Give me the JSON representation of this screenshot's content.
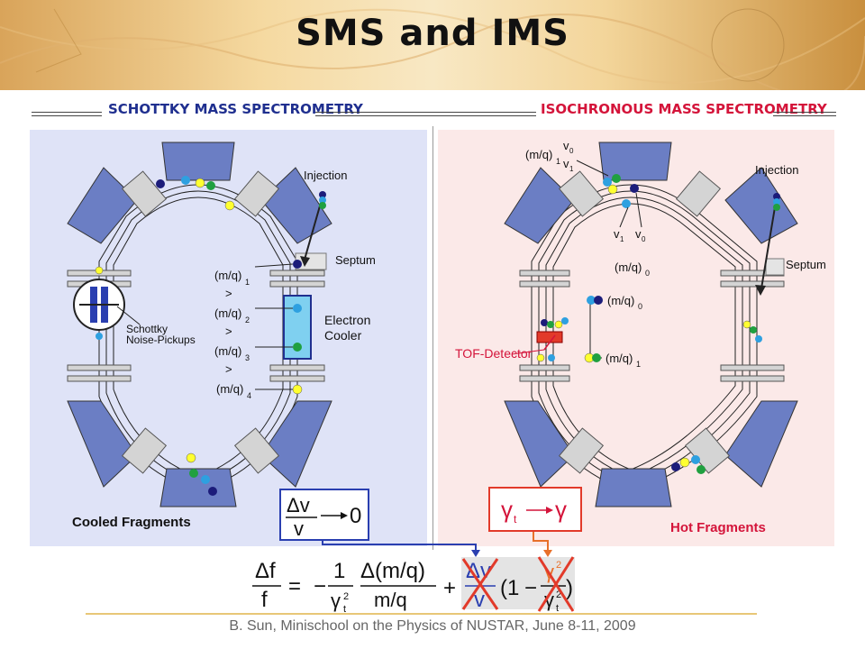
{
  "title": "SMS and IMS",
  "sms_heading": "SCHOTTKY MASS SPECTROMETRY",
  "ims_heading": "ISOCHRONOUS  MASS SPECTROMETRY",
  "left": {
    "injection": "Injection",
    "septum": "Septum",
    "electron_cooler_1": "Electron",
    "electron_cooler_2": "Cooler",
    "schottky_1": "Schottky",
    "schottky_2": "Noise-Pickups",
    "mq": "(m/q)",
    "gt": ">",
    "sub1": "1",
    "sub2": "2",
    "sub3": "3",
    "sub4": "4",
    "fragments": "Cooled Fragments",
    "dv": "Δv",
    "v": "v",
    "zero": "0"
  },
  "right": {
    "injection": "Injection",
    "septum": "Septum",
    "tof": "TOF-Detector",
    "mq": "(m/q)",
    "sub1": "1",
    "sub0": "0",
    "v0": "v",
    "v1": "v",
    "fragments": "Hot Fragments",
    "gamma": "γ",
    "t": "t"
  },
  "formula": {
    "delta_f": "Δf",
    "f": "f",
    "eq": "=",
    "minus": "−",
    "one": "1",
    "gamma": "γ",
    "t": "t",
    "sq": "2",
    "dmq": "Δ(m/q)",
    "mq": "m/q",
    "plus": "+",
    "dv": "Δv",
    "v": "v",
    "paren_open": "(1",
    "paren_close": ")"
  },
  "footer": "B. Sun, Minischool on the Physics of NUSTAR, June 8-11, 2009",
  "colors": {
    "magnet": "#6b7ec4",
    "sms_blue": "#1f2f8f",
    "ims_red": "#d4143a",
    "left_bg": "#dfe3f7",
    "right_bg": "#fbe9e8"
  }
}
